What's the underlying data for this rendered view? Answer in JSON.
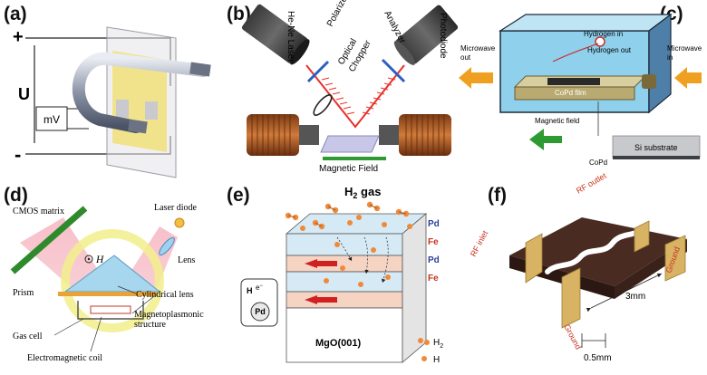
{
  "panels": {
    "a": {
      "label": "(a)",
      "plus": "+",
      "minus": "-",
      "u": "U",
      "meter": "mV"
    },
    "b": {
      "label": "(b)",
      "laser": "He-Ne Laser",
      "polarizer": "Polarizer",
      "chopper_line1": "Optical",
      "chopper_line2": "Chopper",
      "analyzer": "Analyzer",
      "photodiode": "Photodiode",
      "field": "Magnetic Field"
    },
    "c": {
      "label": "(c)",
      "microwave_out_1": "Microwave",
      "microwave_out_2": "out",
      "microwave_in_1": "Microwave",
      "microwave_in_2": "in",
      "h_in": "Hydrogen in",
      "h_out": "Hydrogen out",
      "film": "CoPd film",
      "field": "Magnetic field",
      "substrate": "Si substrate",
      "copd": "CoPd"
    },
    "d": {
      "label": "(d)",
      "cmos": "CMOS matrix",
      "laser": "Laser diode",
      "h": "H",
      "lens": "Lens",
      "cyl_lens": "Cylindrical lens",
      "prism": "Prism",
      "structure_1": "Magnetoplasmonic",
      "structure_2": "structure",
      "gas_cell": "Gas cell",
      "coil": "Electromagnetic coil"
    },
    "e": {
      "label": "(e)",
      "gas": "H",
      "gas_sub": "2",
      "gas_tail": " gas",
      "layers": [
        "Pd",
        "Fe",
        "Pd",
        "Fe"
      ],
      "substrate": "MgO(001)",
      "h_atom": "H",
      "electron": "e",
      "electron_sup": "−",
      "pd": "Pd",
      "legend_h2": "H",
      "legend_h2_sub": "2",
      "legend_h": "H"
    },
    "f": {
      "label": "(f)",
      "rf_outlet": "RF outlet",
      "rf_inlet": "RF inlet",
      "ground_left": "Ground",
      "ground_right": "Ground",
      "dim_3mm": "3mm",
      "dim_05mm": "0.5mm"
    }
  },
  "colors": {
    "laser_red": "#e8302a",
    "copper": "#b5602a",
    "pd_blue": "#2d3f9a",
    "fe_red": "#c8331e",
    "atom_orange": "#ef8a3c",
    "arrow_orange": "#f0a020",
    "arrow_green": "#2e9a32",
    "chamber_blue": "#8fd1ec",
    "board_brown": "#4a2b22",
    "trace_gold": "#d8b364"
  }
}
